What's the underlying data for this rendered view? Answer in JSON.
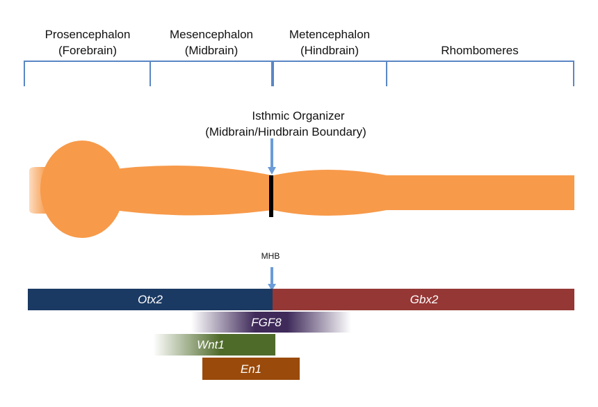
{
  "regions": [
    {
      "name": "Prosencephalon",
      "sub": "(Forebrain)"
    },
    {
      "name": "Mesencephalon",
      "sub": "(Midbrain)"
    },
    {
      "name": "Metencephalon",
      "sub": "(Hindbrain)"
    },
    {
      "name": "Rhombomeres",
      "sub": ""
    }
  ],
  "organizer": {
    "line1": "Isthmic Organizer",
    "line2": "(Midbrain/Hindbrain Boundary)"
  },
  "mhb_label": "MHB",
  "genes": {
    "otx2": "Otx2",
    "gbx2": "Gbx2",
    "fgf8": "FGF8",
    "wnt1": "Wnt1",
    "en1": "En1"
  },
  "colors": {
    "neural_tube": "#f79a4a",
    "bracket": "#5a86c4",
    "arrow": "#6b9bd8",
    "otx2": "#1b3a63",
    "gbx2": "#953735",
    "fgf8": "#3f2a5a",
    "wnt1": "#4f6b2a",
    "en1": "#9a4a0a",
    "boundary": "#000000"
  }
}
